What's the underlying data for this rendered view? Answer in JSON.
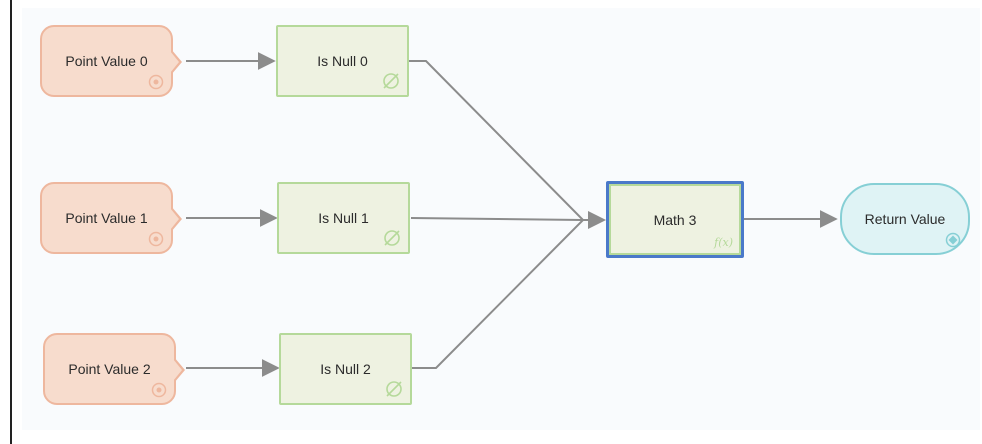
{
  "diagram": {
    "nodes": [
      {
        "id": "pv0",
        "label": "Point Value 0",
        "kind": "point-value",
        "icon": "target-icon"
      },
      {
        "id": "pv1",
        "label": "Point Value 1",
        "kind": "point-value",
        "icon": "target-icon"
      },
      {
        "id": "pv2",
        "label": "Point Value 2",
        "kind": "point-value",
        "icon": "target-icon"
      },
      {
        "id": "in0",
        "label": "Is Null 0",
        "kind": "is-null",
        "icon": "empty-set-icon"
      },
      {
        "id": "in1",
        "label": "Is Null 1",
        "kind": "is-null",
        "icon": "empty-set-icon"
      },
      {
        "id": "in2",
        "label": "Is Null 2",
        "kind": "is-null",
        "icon": "empty-set-icon"
      },
      {
        "id": "m3",
        "label": "Math 3",
        "kind": "math",
        "icon": "function-icon",
        "selected": true
      },
      {
        "id": "rv",
        "label": "Return Value",
        "kind": "return-value",
        "icon": "return-icon"
      }
    ],
    "edges": [
      {
        "from": "pv0",
        "to": "in0"
      },
      {
        "from": "pv1",
        "to": "in1"
      },
      {
        "from": "pv2",
        "to": "in2"
      },
      {
        "from": "in0",
        "to": "m3"
      },
      {
        "from": "in1",
        "to": "m3"
      },
      {
        "from": "in2",
        "to": "m3"
      },
      {
        "from": "m3",
        "to": "rv"
      }
    ],
    "icon_glyphs": {
      "function": "f(x)"
    },
    "colors": {
      "point_fill": "#f7dccd",
      "point_border": "#eeb79e",
      "isnull_fill": "#eef2e1",
      "isnull_border": "#b5d99a",
      "math_selected_border": "#4a79c9",
      "return_fill": "#dff3f5",
      "return_border": "#86cfd5",
      "edge": "#8c8c8c"
    }
  }
}
